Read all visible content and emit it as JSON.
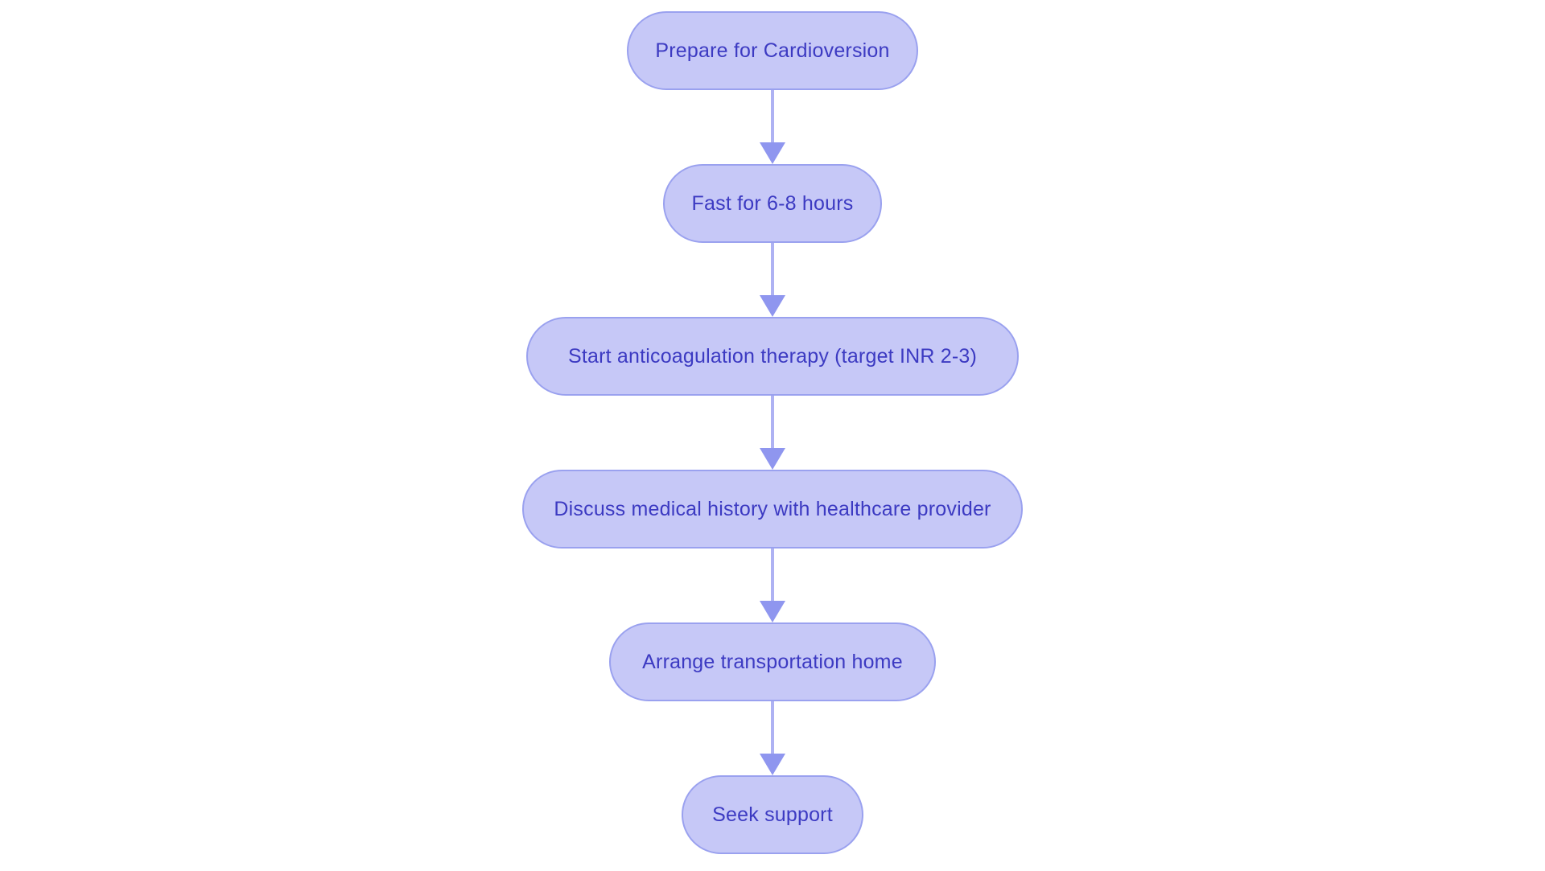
{
  "flowchart": {
    "type": "flowchart",
    "direction": "top-down",
    "colors": {
      "page_bg": "#ffffff",
      "node_fill": "#c6c8f7",
      "node_border": "#9aa1ef",
      "node_text": "#3c3ac2",
      "arrow_line": "#aeb2f3",
      "arrow_head": "#8f96ef"
    },
    "nodes": [
      {
        "id": "prepare",
        "label": "Prepare for Cardioversion"
      },
      {
        "id": "fast",
        "label": "Fast for 6-8 hours"
      },
      {
        "id": "anticoagulation",
        "label": "Start anticoagulation therapy (target INR 2-3)"
      },
      {
        "id": "history",
        "label": "Discuss medical history with healthcare provider"
      },
      {
        "id": "transportation",
        "label": "Arrange transportation home"
      },
      {
        "id": "support",
        "label": "Seek support"
      }
    ],
    "edges": [
      {
        "from": "prepare",
        "to": "fast"
      },
      {
        "from": "fast",
        "to": "anticoagulation"
      },
      {
        "from": "anticoagulation",
        "to": "history"
      },
      {
        "from": "history",
        "to": "transportation"
      },
      {
        "from": "transportation",
        "to": "support"
      }
    ]
  }
}
